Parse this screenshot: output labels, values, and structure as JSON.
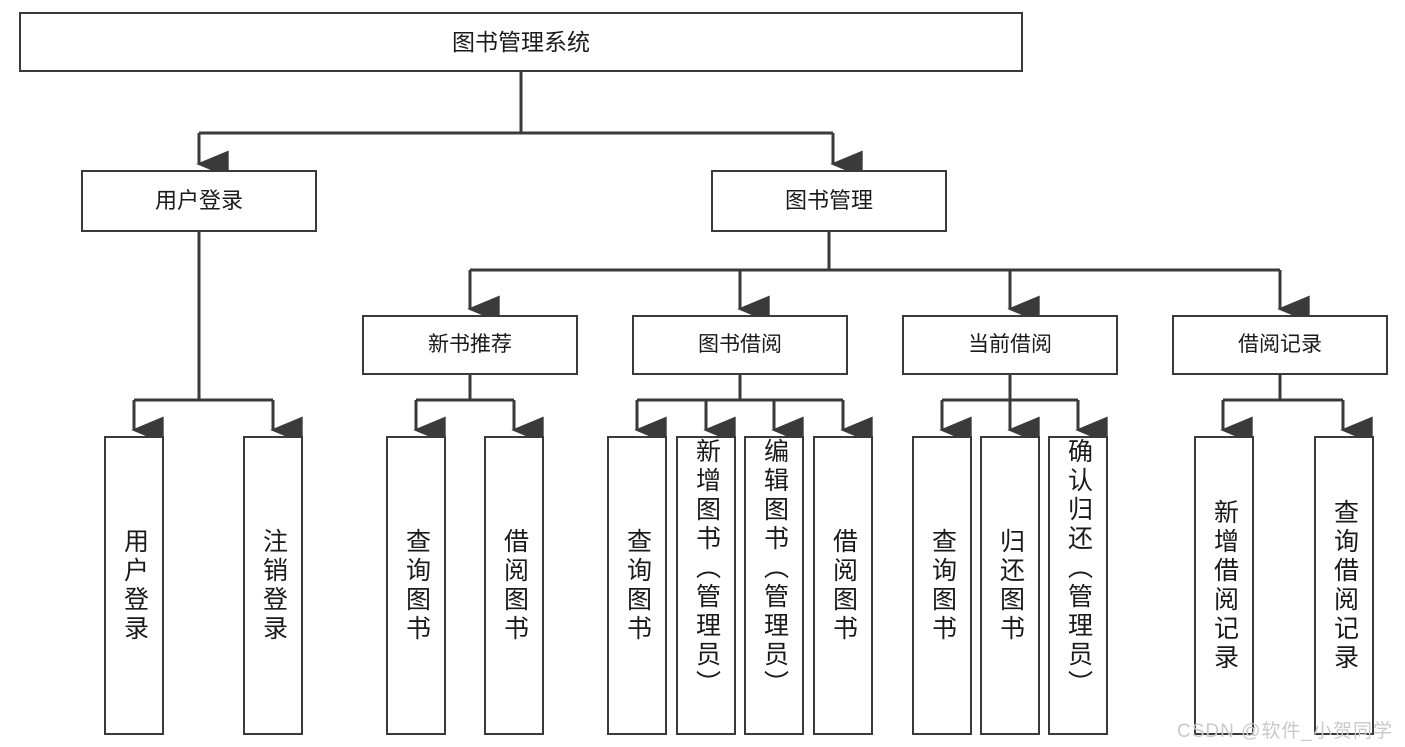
{
  "diagram": {
    "type": "tree",
    "title_node": "图书管理系统",
    "watermark": "CSDN @软件_小贺同学",
    "colors": {
      "box_border": "#3a3a3a",
      "box_fill": "#ffffff",
      "connector": "#3a3a3a",
      "text": "#1a1a1a",
      "watermark": "#c9c9c9"
    },
    "nodes": {
      "root": {
        "label": "图书管理系统"
      },
      "level2": [
        {
          "label": "用户登录"
        },
        {
          "label": "图书管理"
        }
      ],
      "level3": [
        {
          "label": "新书推荐"
        },
        {
          "label": "图书借阅"
        },
        {
          "label": "当前借阅"
        },
        {
          "label": "借阅记录"
        }
      ],
      "leaves": {
        "user_login": [
          {
            "label": "用户登录"
          },
          {
            "label": "注销登录"
          }
        ],
        "new_book_recommend": [
          {
            "label": "查询图书"
          },
          {
            "label": "借阅图书"
          }
        ],
        "book_borrow": [
          {
            "label": "查询图书"
          },
          {
            "label": "新增图书（管理员）"
          },
          {
            "label": "编辑图书（管理员）"
          },
          {
            "label": "借阅图书"
          }
        ],
        "current_borrow": [
          {
            "label": "查询图书"
          },
          {
            "label": "归还图书"
          },
          {
            "label": "确认归还（管理员）"
          }
        ],
        "borrow_record": [
          {
            "label": "新增借阅记录"
          },
          {
            "label": "查询借阅记录"
          }
        ]
      }
    }
  }
}
